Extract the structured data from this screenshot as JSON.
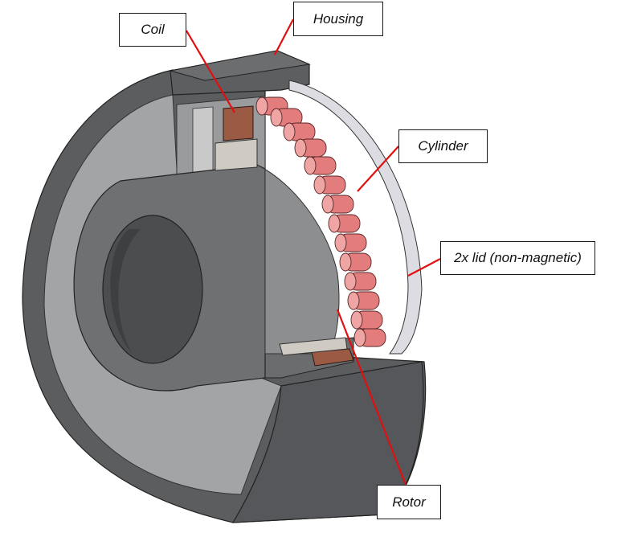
{
  "labels": {
    "coil": "Coil",
    "housing": "Housing",
    "cylinder": "Cylinder",
    "lid": "2x lid (non-magnetic)",
    "rotor": "Rotor"
  },
  "colors": {
    "housing_outer": "#5f6163",
    "housing_dark": "#4a4c4e",
    "housing_face": "#9c9d9e",
    "housing_face_light": "#b3b3b3",
    "rotor_body": "#6e6f70",
    "rotor_bore": "#505152",
    "lid": "#d9d9de",
    "cylinder": "#e37c7c",
    "cylinder_cap": "#f0a5a5",
    "coil": "#9a5a45",
    "insulator": "#ccc8c0",
    "leader_line": "#e01010"
  }
}
